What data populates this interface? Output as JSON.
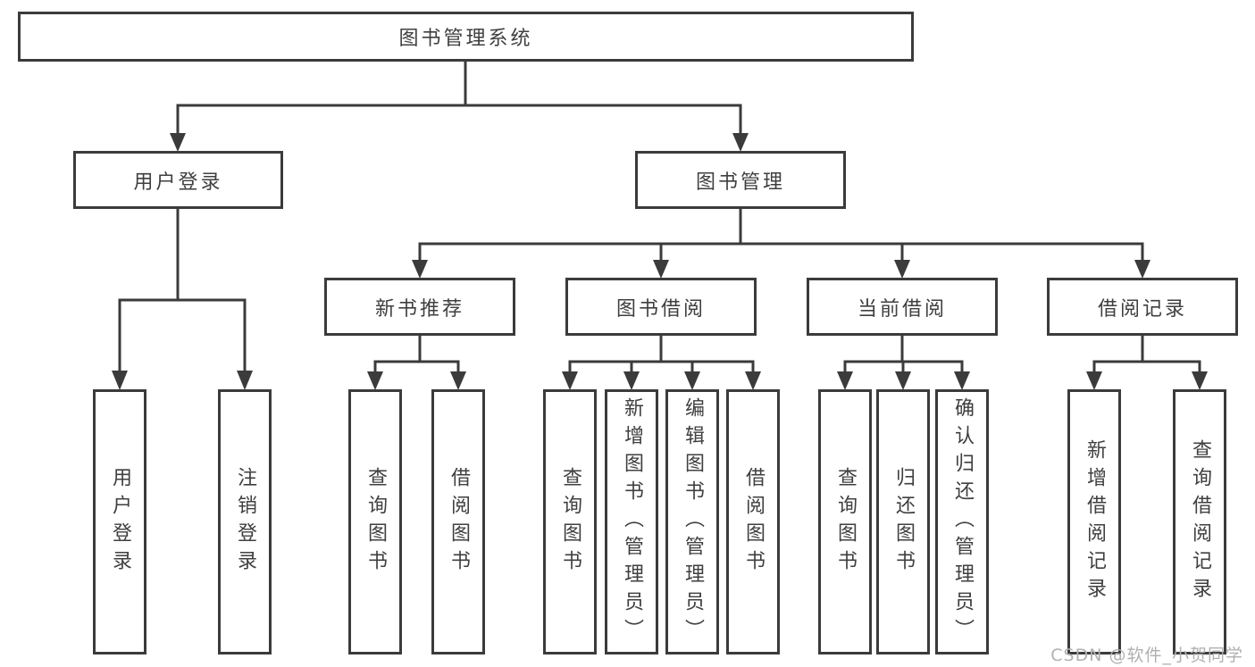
{
  "nodes": {
    "root": "图书管理系统",
    "user_login": "用户登录",
    "book_mgmt": "图书管理",
    "new_book_rec": "新书推荐",
    "book_borrow": "图书借阅",
    "current_borrow": "当前借阅",
    "borrow_records": "借阅记录"
  },
  "leaves": {
    "user_login": [
      "用户登录",
      "注销登录"
    ],
    "new_book_rec": [
      "查询图书",
      "借阅图书"
    ],
    "book_borrow": [
      "查询图书",
      "新增图书（管理员）",
      "编辑图书（管理员）",
      "借阅图书"
    ],
    "current_borrow": [
      "查询图书",
      "归还图书",
      "确认归还（管理员）"
    ],
    "borrow_records": [
      "新增借阅记录",
      "查询借阅记录"
    ]
  },
  "watermark": "CSDN @软件_小贺同学",
  "colors": {
    "line": "#3b3b3b",
    "text": "#3f3f3f",
    "watermark": "#b0b0b0",
    "background": "#ffffff"
  }
}
